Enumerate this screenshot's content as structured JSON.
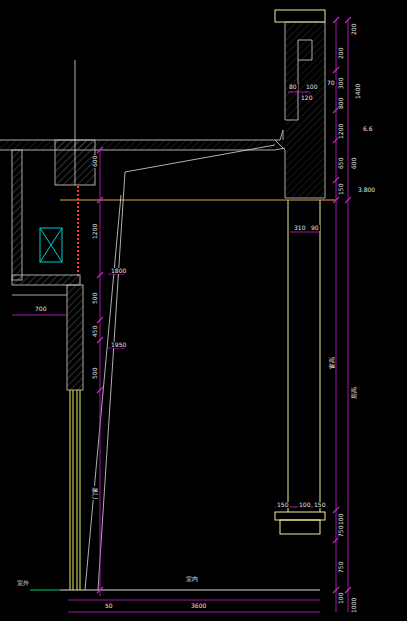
{
  "diagram": {
    "labels": [
      "200",
      "300",
      "200",
      "1400",
      "70",
      "80",
      "100",
      "120",
      "800",
      "1200",
      "600",
      "650",
      "6.6",
      "150",
      "3.800",
      "310",
      "90",
      "1800",
      "1950",
      "600",
      "1200",
      "500",
      "450",
      "500",
      "700",
      "150",
      "100",
      "150",
      "100",
      "750",
      "750",
      "100",
      "1000",
      "3600",
      "50",
      "窗高",
      "层高",
      "室外",
      "室内",
      "门窗"
    ]
  }
}
